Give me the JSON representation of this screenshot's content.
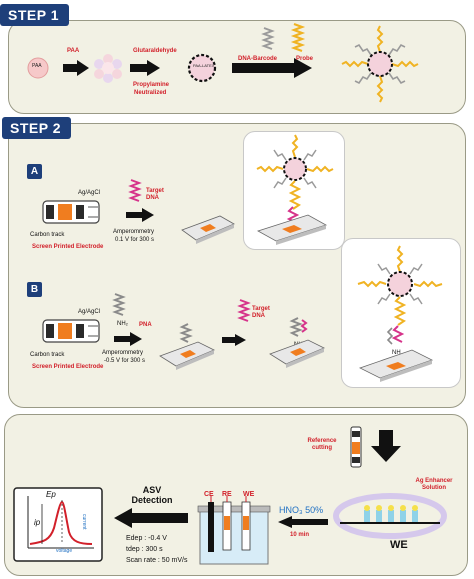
{
  "step1": {
    "badge": "STEP 1",
    "paa_particle": "PAA",
    "paa_label": "PAA",
    "glutaraldehyde_label": "Glutaraldehyde",
    "propylamine_label": "Propylamine",
    "neutralized_label": "Neutralized",
    "latex_label": "PAA-LATEX",
    "dna_barcode_label": "DNA-Barcode",
    "probe_label": "Probe"
  },
  "step2": {
    "badge": "STEP 2",
    "panel_a": {
      "letter": "A",
      "ref_electrode": "Ag/AgCl",
      "carbon_track": "Carbon track",
      "spe_label": "Screen Printed Electrode",
      "target_dna": "Target DNA",
      "method": "Amperommetry",
      "conditions": "0.1 V for 300 s"
    },
    "panel_b": {
      "letter": "B",
      "ref_electrode": "Ag/AgCl",
      "carbon_track": "Carbon track",
      "spe_label": "Screen Printed Electrode",
      "pna_label": "PNA",
      "nh2_label": "NH₂",
      "method": "Amperommetry",
      "conditions": "-0.5 V for 300 s",
      "target_dna": "Target DNA"
    }
  },
  "step3": {
    "reference_cutting": "Reference cutting",
    "ag_enhancer": "Ag Enhancer Solution",
    "we_label": "WE",
    "hno3_label": "HNO₃ 50%",
    "time_label": "10 min",
    "ce_label": "CE",
    "re_label": "RE",
    "we_small": "WE",
    "asv_label": "ASV Detection",
    "edep": "Edep : -0.4 V",
    "tdep": "tdep : 300 s",
    "scan_rate": "Scan rate : 50 mV/s",
    "ep_label": "Ep",
    "ip_label": "ip",
    "current_label": "current",
    "voltage_label": "voltage"
  },
  "colors": {
    "badge": "#1e3f7a",
    "panel_bg": "#f2f1e4",
    "probe_yellow": "#f0b323",
    "barcode_grey": "#9a9a9a",
    "target_pink": "#d6338a",
    "accent_red": "#d2202a",
    "electrode_orange": "#f07d1f"
  }
}
